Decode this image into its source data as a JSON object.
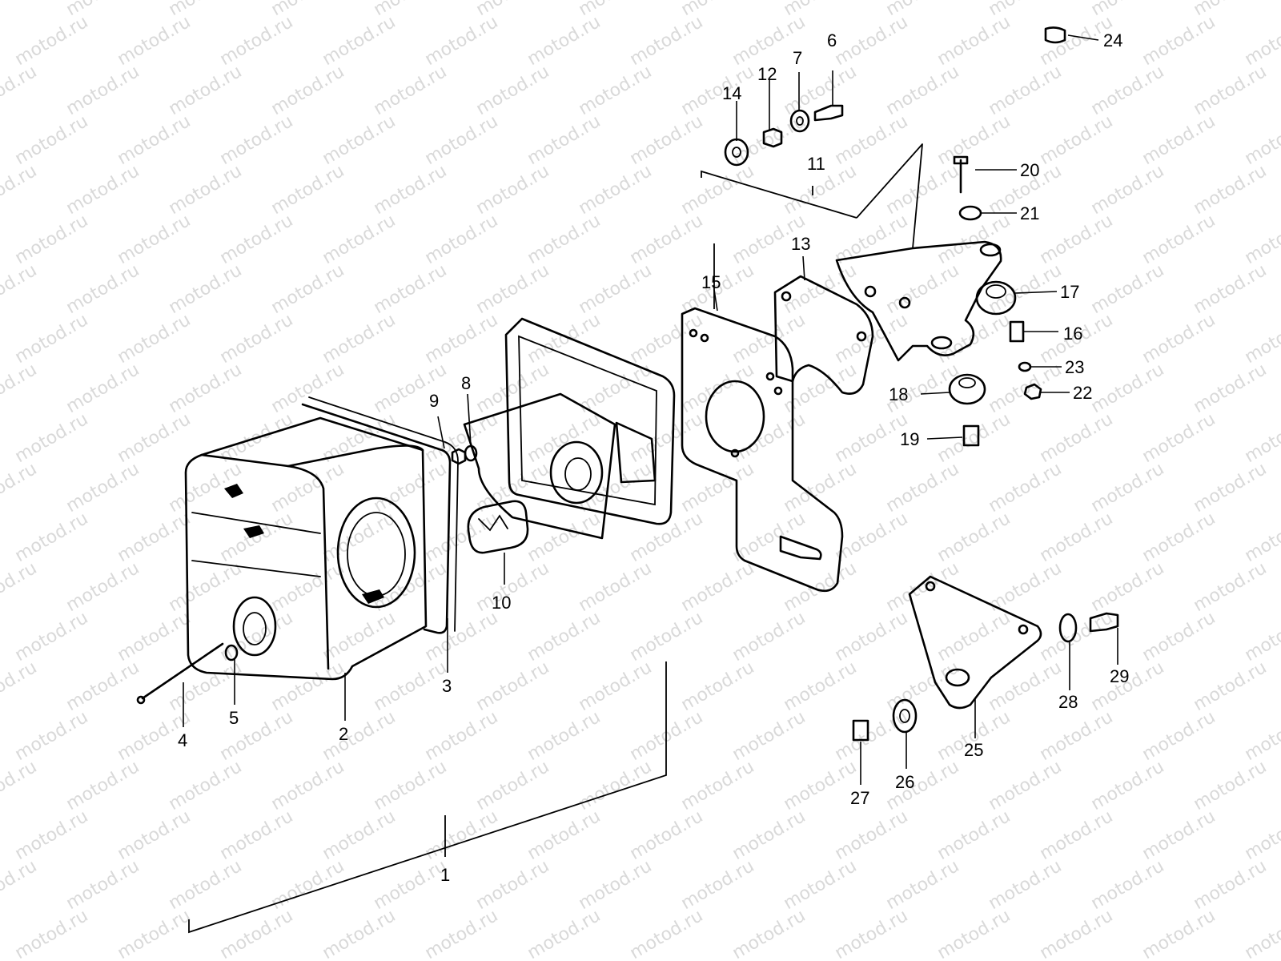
{
  "watermark": "motod.ru",
  "callouts": [
    "1",
    "2",
    "3",
    "4",
    "5",
    "6",
    "7",
    "8",
    "9",
    "10",
    "11",
    "12",
    "13",
    "14",
    "15",
    "16",
    "17",
    "18",
    "19",
    "20",
    "21",
    "22",
    "23",
    "24",
    "25",
    "26",
    "27",
    "28",
    "29"
  ]
}
